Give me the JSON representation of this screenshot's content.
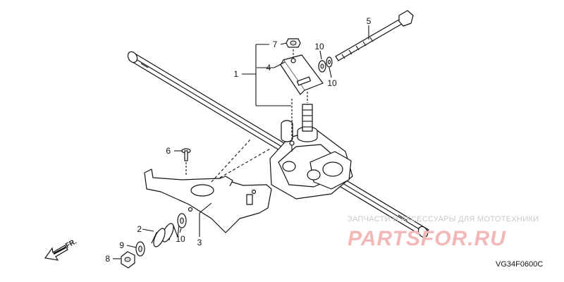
{
  "callouts": {
    "c1": "1",
    "c2": "2",
    "c3": "3",
    "c4": "4",
    "c5": "5",
    "c6": "6",
    "c7": "7",
    "c8": "8",
    "c9": "9",
    "c10a": "10",
    "c10b": "10",
    "c10c": "10"
  },
  "direction_label": "FR.",
  "diagram_code": "VG34F0600C",
  "watermark": {
    "tagline": "ЗАПЧАСТИ И АКСЕССУАРЫ ДЛЯ МОТОТЕХНИКИ",
    "brand": "PARTSFOR.RU"
  }
}
